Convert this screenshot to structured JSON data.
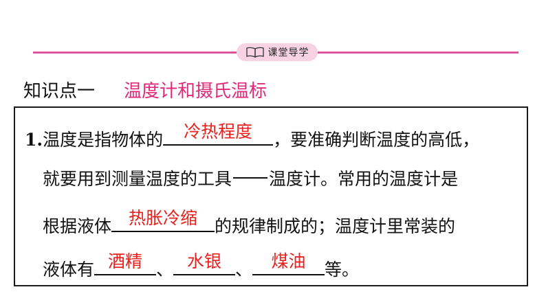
{
  "header": {
    "badge_label": "课堂导学",
    "icon": "open-book-icon",
    "accent_color": "#e0559a",
    "badge_bg_color": "#f8d3e4"
  },
  "knowledge_point": {
    "label": "知识点一",
    "title": "温度计和摄氏温标",
    "title_color": "#e0287a"
  },
  "content": {
    "number": "1.",
    "line1_a": "温度是指物体的",
    "answer1": "冷热程度",
    "line1_b": "，要准确判断温度的高低，",
    "line2_a": "就要用到测量温度的工具",
    "line2_b": "温度计。常用的温度计是",
    "line3_a": "根据液体",
    "answer2": "热胀冷缩",
    "line3_b": "的规律制成的；温度计里常装的",
    "line4_a": "液体有",
    "answer3": "酒精",
    "sep1": "、",
    "answer4": "水银",
    "sep2": "、",
    "answer5": "煤油",
    "line4_b": "等。",
    "answer_color": "#e8201e"
  }
}
